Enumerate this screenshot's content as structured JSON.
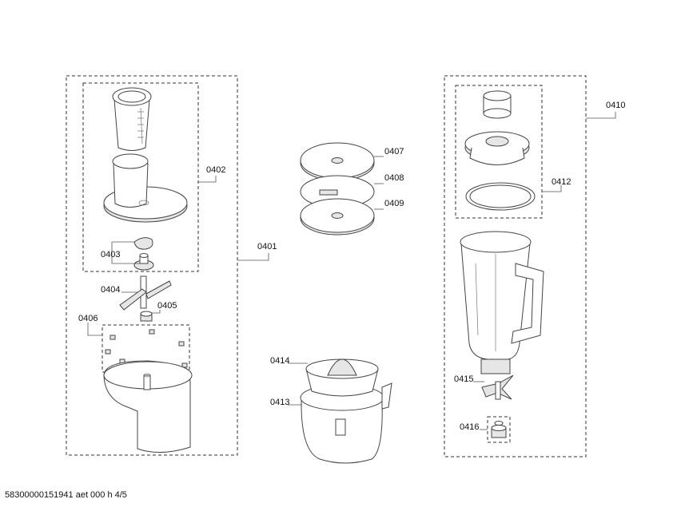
{
  "footer": "58300000151941 aet 000 h 4/5",
  "labels": {
    "p0401": "0401",
    "p0402": "0402",
    "p0403": "0403",
    "p0404": "0404",
    "p0405": "0405",
    "p0406": "0406",
    "p0407": "0407",
    "p0408": "0408",
    "p0409": "0409",
    "p0410": "0410",
    "p0412": "0412",
    "p0413": "0413",
    "p0414": "0414",
    "p0415": "0415",
    "p0416": "0416"
  }
}
